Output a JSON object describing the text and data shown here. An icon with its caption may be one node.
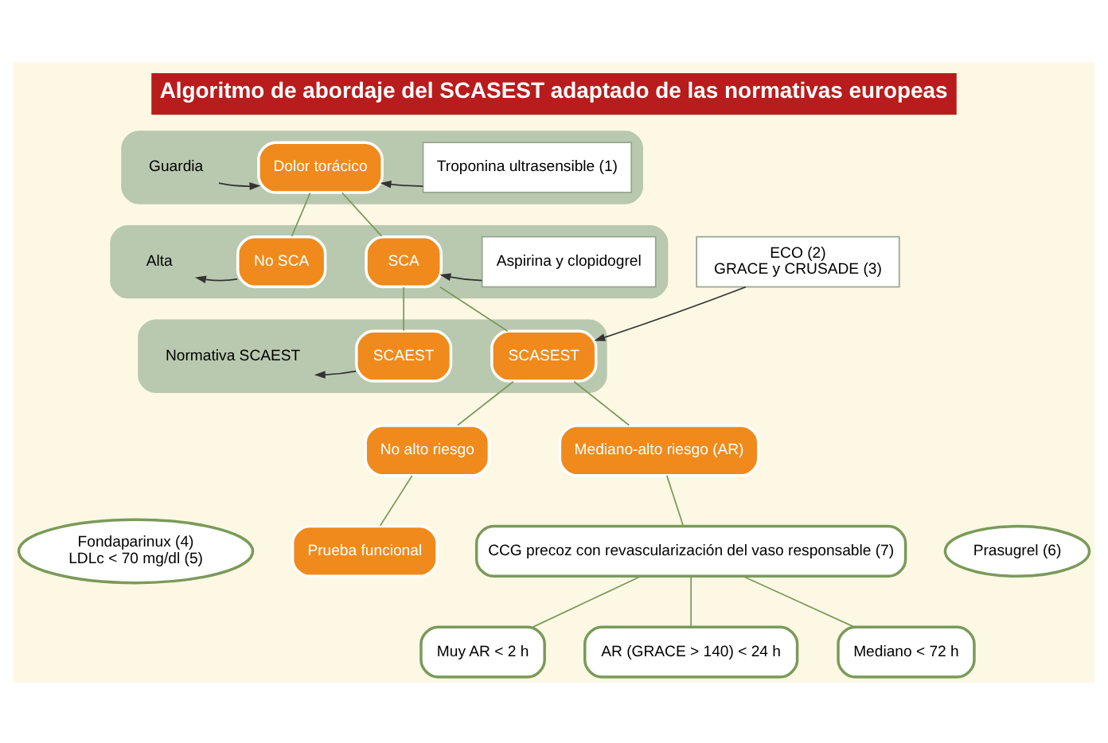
{
  "diagram": {
    "title": "Algoritmo de abordaje del SCASEST adaptado de las normativas europeas",
    "nodes": [
      {
        "text": [],
        "shape": "band"
      },
      {
        "text": [
          "Guardia"
        ],
        "in": 0
      },
      {
        "text": [
          "Dolor torácico"
        ],
        "in": 0
      },
      {
        "text": [
          "Troponina ultrasensible (1)"
        ],
        "in": 0
      },
      {
        "text": [],
        "shape": "band"
      },
      {
        "text": [
          "Alta"
        ],
        "in": 4
      },
      {
        "text": [
          "No SCA"
        ],
        "in": 4
      },
      {
        "text": [
          "SCA"
        ],
        "in": 4
      },
      {
        "text": [
          "Aspirina y clopidogrel"
        ],
        "in": 4
      },
      {
        "text": [],
        "shape": "band"
      },
      {
        "text": [
          "Normativa SCAEST"
        ],
        "in": 9
      },
      {
        "text": [
          "SCAEST"
        ],
        "in": 9
      },
      {
        "text": [
          "SCASEST"
        ],
        "in": 9
      },
      {
        "text": [
          "ECO (2)",
          "GRACE y CRUSADE (3)"
        ]
      },
      {
        "text": [
          "No alto riesgo"
        ]
      },
      {
        "text": [
          "Mediano-alto riesgo (AR)"
        ]
      },
      {
        "text": [
          "Fondaparinux (4)",
          "LDLc < 70 mg/dl (5)"
        ]
      },
      {
        "text": [
          "Prueba funcional"
        ]
      },
      {
        "text": [
          "CCG precoz con revascularización del vaso responsable (7)"
        ]
      },
      {
        "text": [
          "Prasugrel (6)"
        ]
      },
      {
        "text": [
          "Muy AR < 2 h"
        ]
      },
      {
        "text": [
          "AR (GRACE > 140) < 24 h"
        ]
      },
      {
        "text": [
          "Mediano < 72 h"
        ]
      }
    ],
    "edges": [
      {
        "from": 1,
        "to": 2,
        "arrow": "to",
        "color": "#333333"
      },
      {
        "from": 3,
        "to": 2,
        "arrow": "to",
        "color": "#333333"
      },
      {
        "from": 2,
        "to": 6,
        "arrow": "none"
      },
      {
        "from": 2,
        "to": 7,
        "arrow": "none"
      },
      {
        "from": 6,
        "to": 5,
        "arrow": "to",
        "color": "#333333"
      },
      {
        "from": 8,
        "to": 7,
        "arrow": "to",
        "color": "#333333"
      },
      {
        "from": 7,
        "to": 11,
        "arrow": "none"
      },
      {
        "from": 7,
        "to": 12,
        "arrow": "none"
      },
      {
        "from": 11,
        "to": 10,
        "arrow": "to",
        "color": "#333333"
      },
      {
        "from": 13,
        "to": 12,
        "arrow": "to",
        "color": "#333333"
      },
      {
        "from": 12,
        "to": 14,
        "arrow": "none"
      },
      {
        "from": 12,
        "to": 15,
        "arrow": "none"
      },
      {
        "from": 14,
        "to": 17,
        "arrow": "none"
      },
      {
        "from": 15,
        "to": 18,
        "arrow": "none"
      },
      {
        "from": 18,
        "to": 20,
        "arrow": "none"
      },
      {
        "from": 18,
        "to": 21,
        "arrow": "none"
      },
      {
        "from": 18,
        "to": 22,
        "arrow": "none"
      }
    ]
  }
}
